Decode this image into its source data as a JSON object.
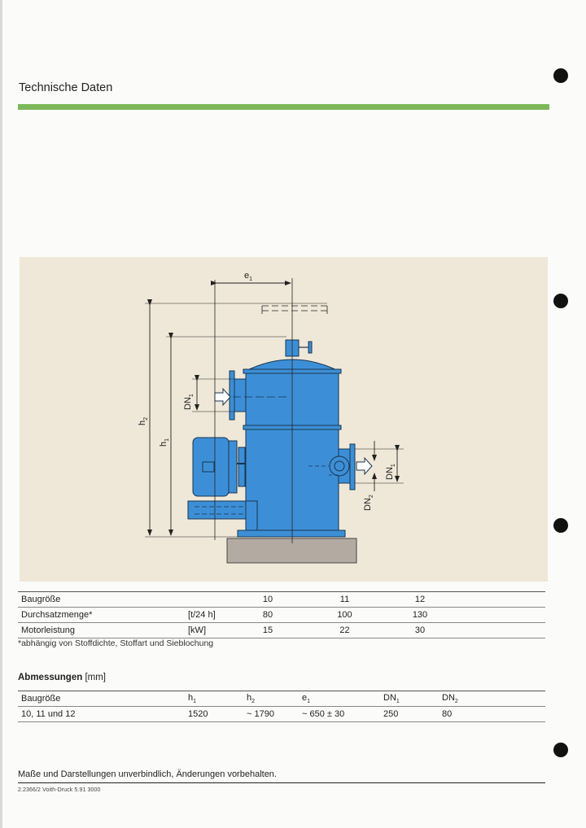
{
  "page": {
    "title": "Technische Daten",
    "colors": {
      "accent_bar": "#7db85a",
      "machine_blue": "#3c8fd6",
      "panel_bg": "#efe8d8",
      "base_gray": "#b3aba2"
    }
  },
  "drawing": {
    "e_label": "e",
    "e_sub": "1",
    "h2_label": "h",
    "h2_sub": "2",
    "h1_label": "h",
    "h1_sub": "1",
    "dn_label": "DN",
    "dn1_sub": "1",
    "dn2_sub": "2"
  },
  "spec_table": {
    "rows": [
      {
        "label": "Baugröße",
        "unit": "",
        "v10": "10",
        "v11": "11",
        "v12": "12"
      },
      {
        "label": "Durchsatzmenge*",
        "unit": "[t/24 h]",
        "v10": "80",
        "v11": "100",
        "v12": "130"
      },
      {
        "label": "Motorleistung",
        "unit": "[kW]",
        "v10": "15",
        "v11": "22",
        "v12": "30"
      }
    ],
    "footnote": "*abhängig von Stoffdichte, Stoffart und Sieblochung"
  },
  "dimensions": {
    "heading": "Abmessungen",
    "unit": "[mm]",
    "header": {
      "baugroesse": "Baugröße",
      "h": "h",
      "h1_sub": "1",
      "h2_sub": "2",
      "e": "e",
      "e1_sub": "1",
      "dn": "DN",
      "dn1_sub": "1",
      "dn2_sub": "2"
    },
    "row": {
      "baugroesse": "10, 11 und 12",
      "h1": "1520",
      "h2": "~ 1790",
      "e1": "~ 650 ± 30",
      "dn1": "250",
      "dn2": "80"
    }
  },
  "footer": {
    "disclaimer": "Maße und Darstellungen unverbindlich, Änderungen vorbehalten.",
    "printinfo": "2.2366/2   Voith-Druck   5.91  3000"
  }
}
